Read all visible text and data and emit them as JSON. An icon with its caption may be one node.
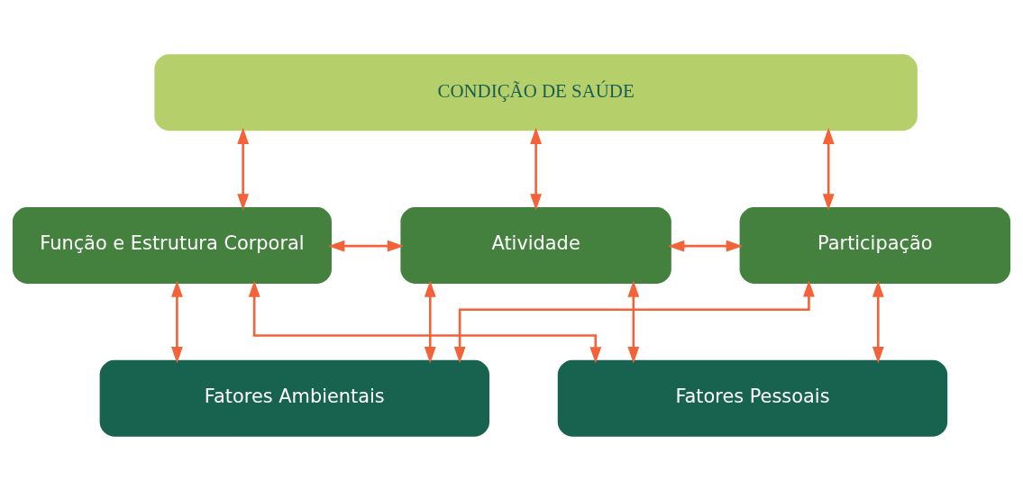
{
  "diagram": {
    "nodes": [
      {
        "text": [
          "CONDIÇÃO DE SAÚDE"
        ]
      },
      {
        "text": [
          "Função e Estrutura Corporal"
        ]
      },
      {
        "text": [
          "Atividade"
        ]
      },
      {
        "text": [
          "Participação"
        ]
      },
      {
        "text": [
          "Fatores Ambientais"
        ]
      },
      {
        "text": [
          "Fatores Pessoais"
        ]
      }
    ],
    "edges": [
      {
        "from": 0,
        "to": 1,
        "arrow": "both"
      },
      {
        "from": 0,
        "to": 2,
        "arrow": "both"
      },
      {
        "from": 0,
        "to": 3,
        "arrow": "both"
      },
      {
        "from": 1,
        "to": 2,
        "arrow": "both"
      },
      {
        "from": 2,
        "to": 3,
        "arrow": "both"
      },
      {
        "from": 1,
        "to": 4,
        "arrow": "both"
      },
      {
        "from": 2,
        "to": 4,
        "arrow": "both"
      },
      {
        "from": 3,
        "to": 4,
        "arrow": "both"
      },
      {
        "from": 1,
        "to": 5,
        "arrow": "both"
      },
      {
        "from": 2,
        "to": 5,
        "arrow": "both"
      },
      {
        "from": 3,
        "to": 5,
        "arrow": "both"
      }
    ]
  }
}
